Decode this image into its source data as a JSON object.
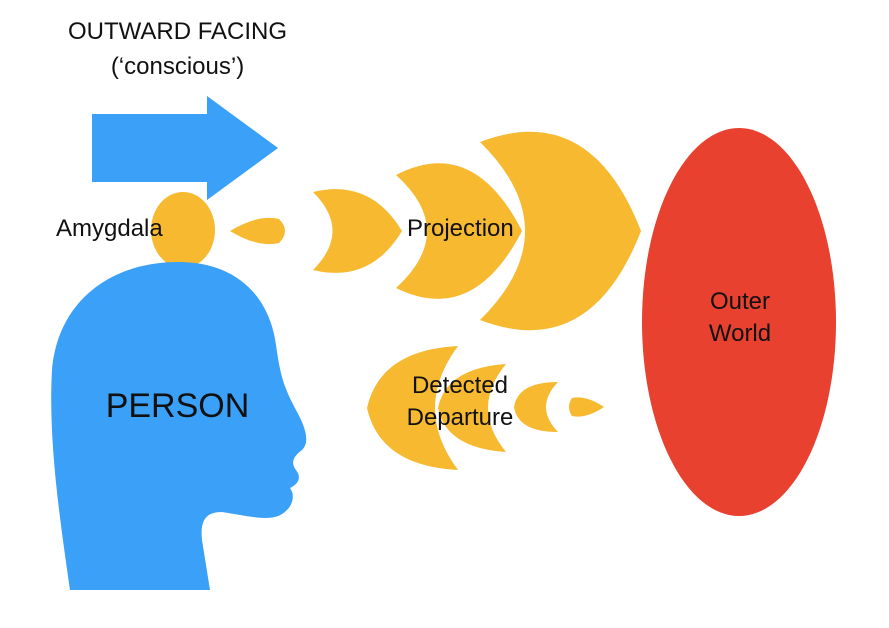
{
  "title": {
    "line1": "OUTWARD FACING",
    "line2": "(‘conscious’)"
  },
  "labels": {
    "amygdala": "Amygdala",
    "projection": "Projection",
    "detected_line1": "Detected",
    "detected_line2": "Departure",
    "person": "PERSON",
    "outer_line1": "Outer",
    "outer_line2": "World"
  },
  "colors": {
    "blue": "#3aa0f8",
    "yellow": "#f6b930",
    "red": "#e8412f"
  },
  "icons": {
    "arrow": "right-arrow-icon",
    "head": "head-silhouette-icon"
  }
}
